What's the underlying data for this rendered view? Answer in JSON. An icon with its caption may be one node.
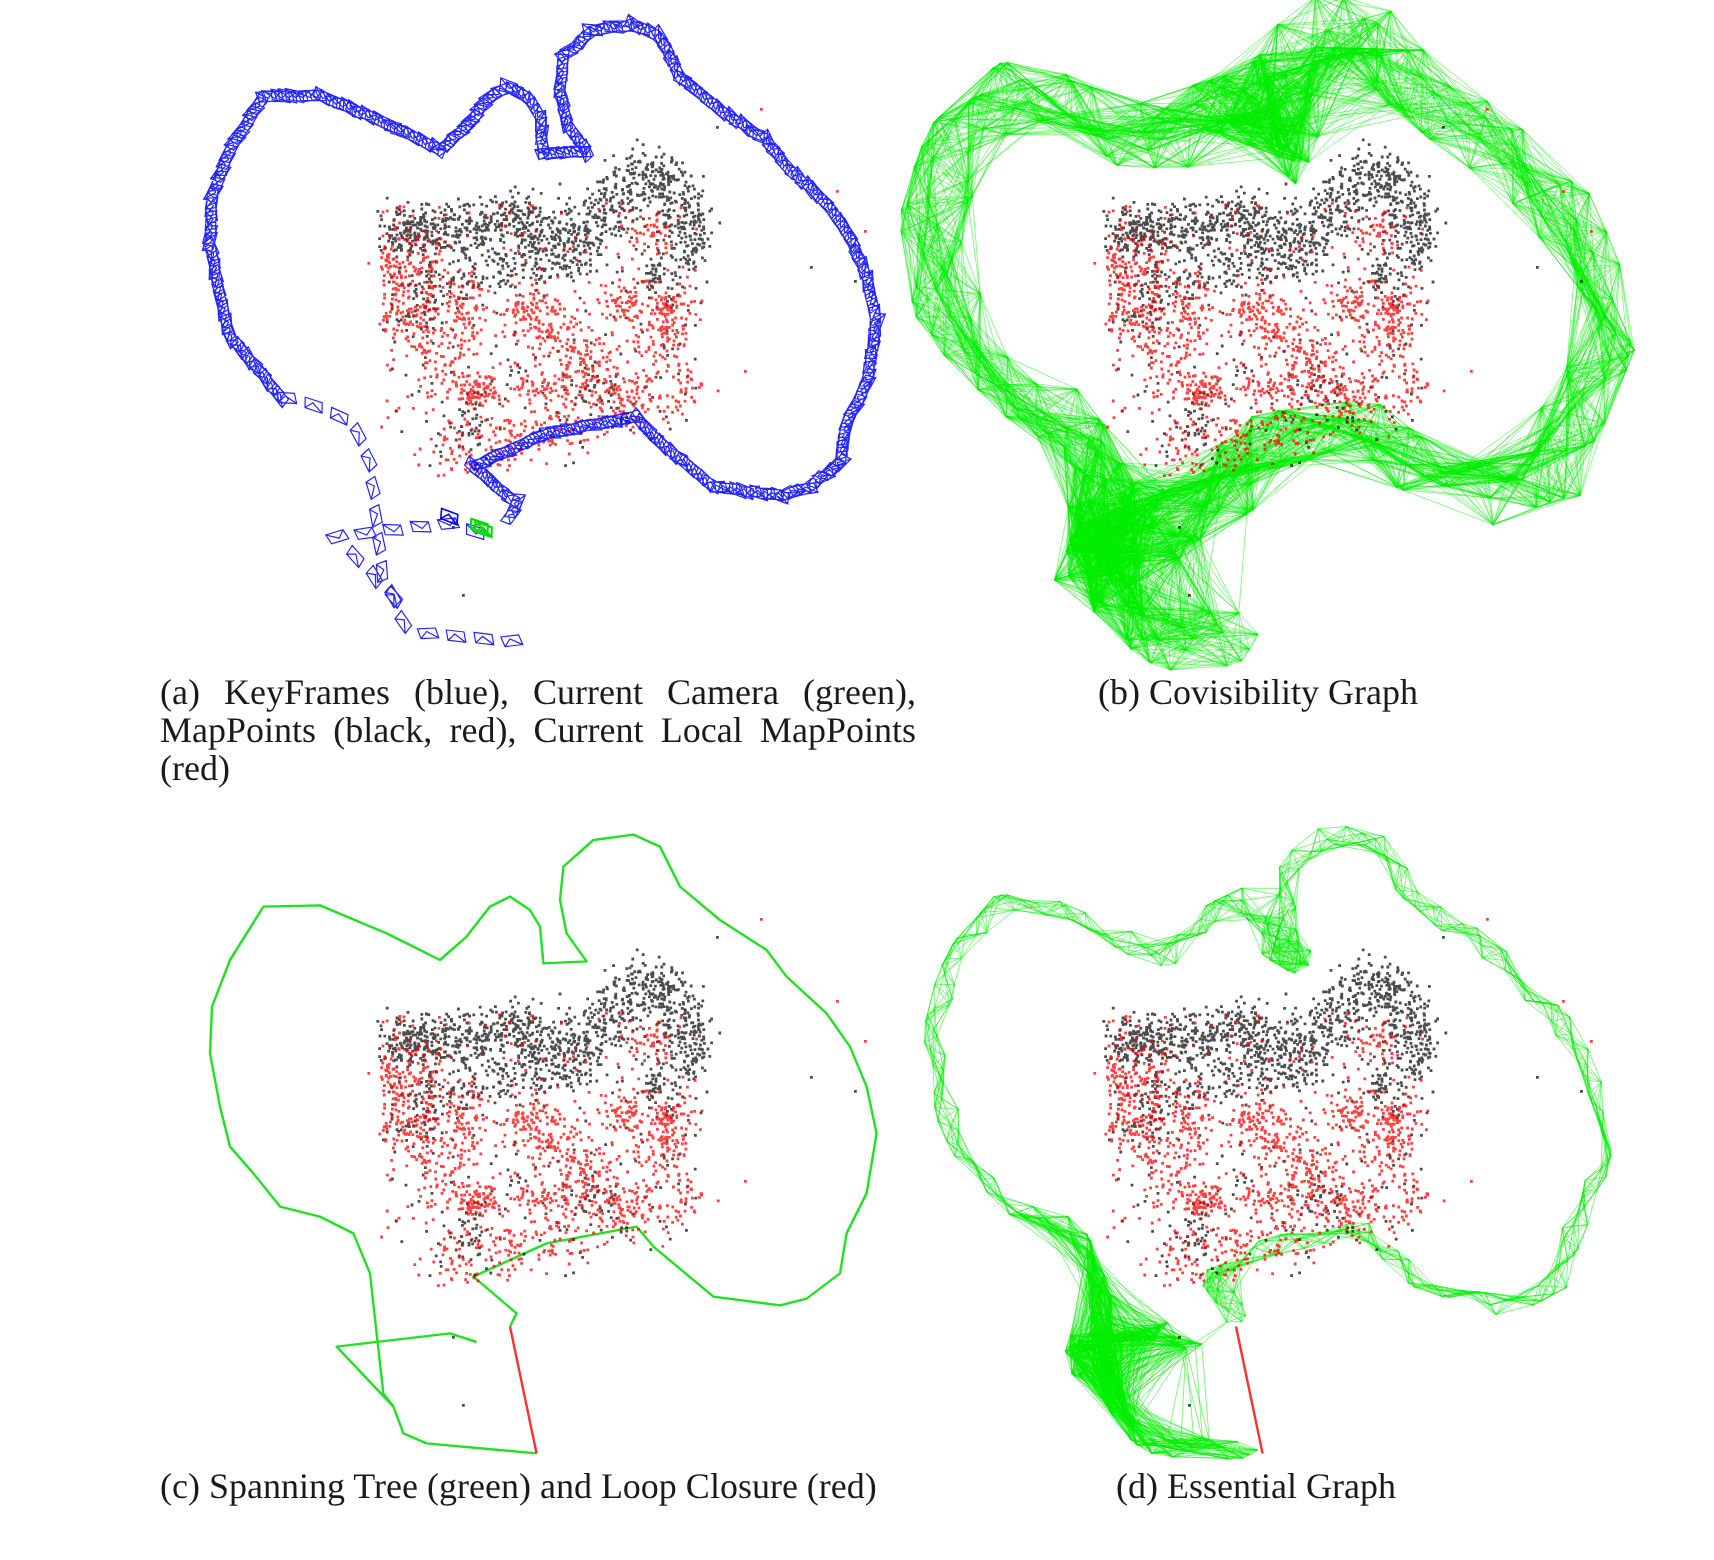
{
  "diagram": {
    "labels": [
      "(a) KeyFrames (blue), Current Camera (green), MapPoints (black, red), Current Local MapPoints (red)",
      "(b) Covisibility Graph",
      "(c) Spanning Tree (green) and Loop Closure (red)",
      "(d) Essential Graph"
    ]
  }
}
